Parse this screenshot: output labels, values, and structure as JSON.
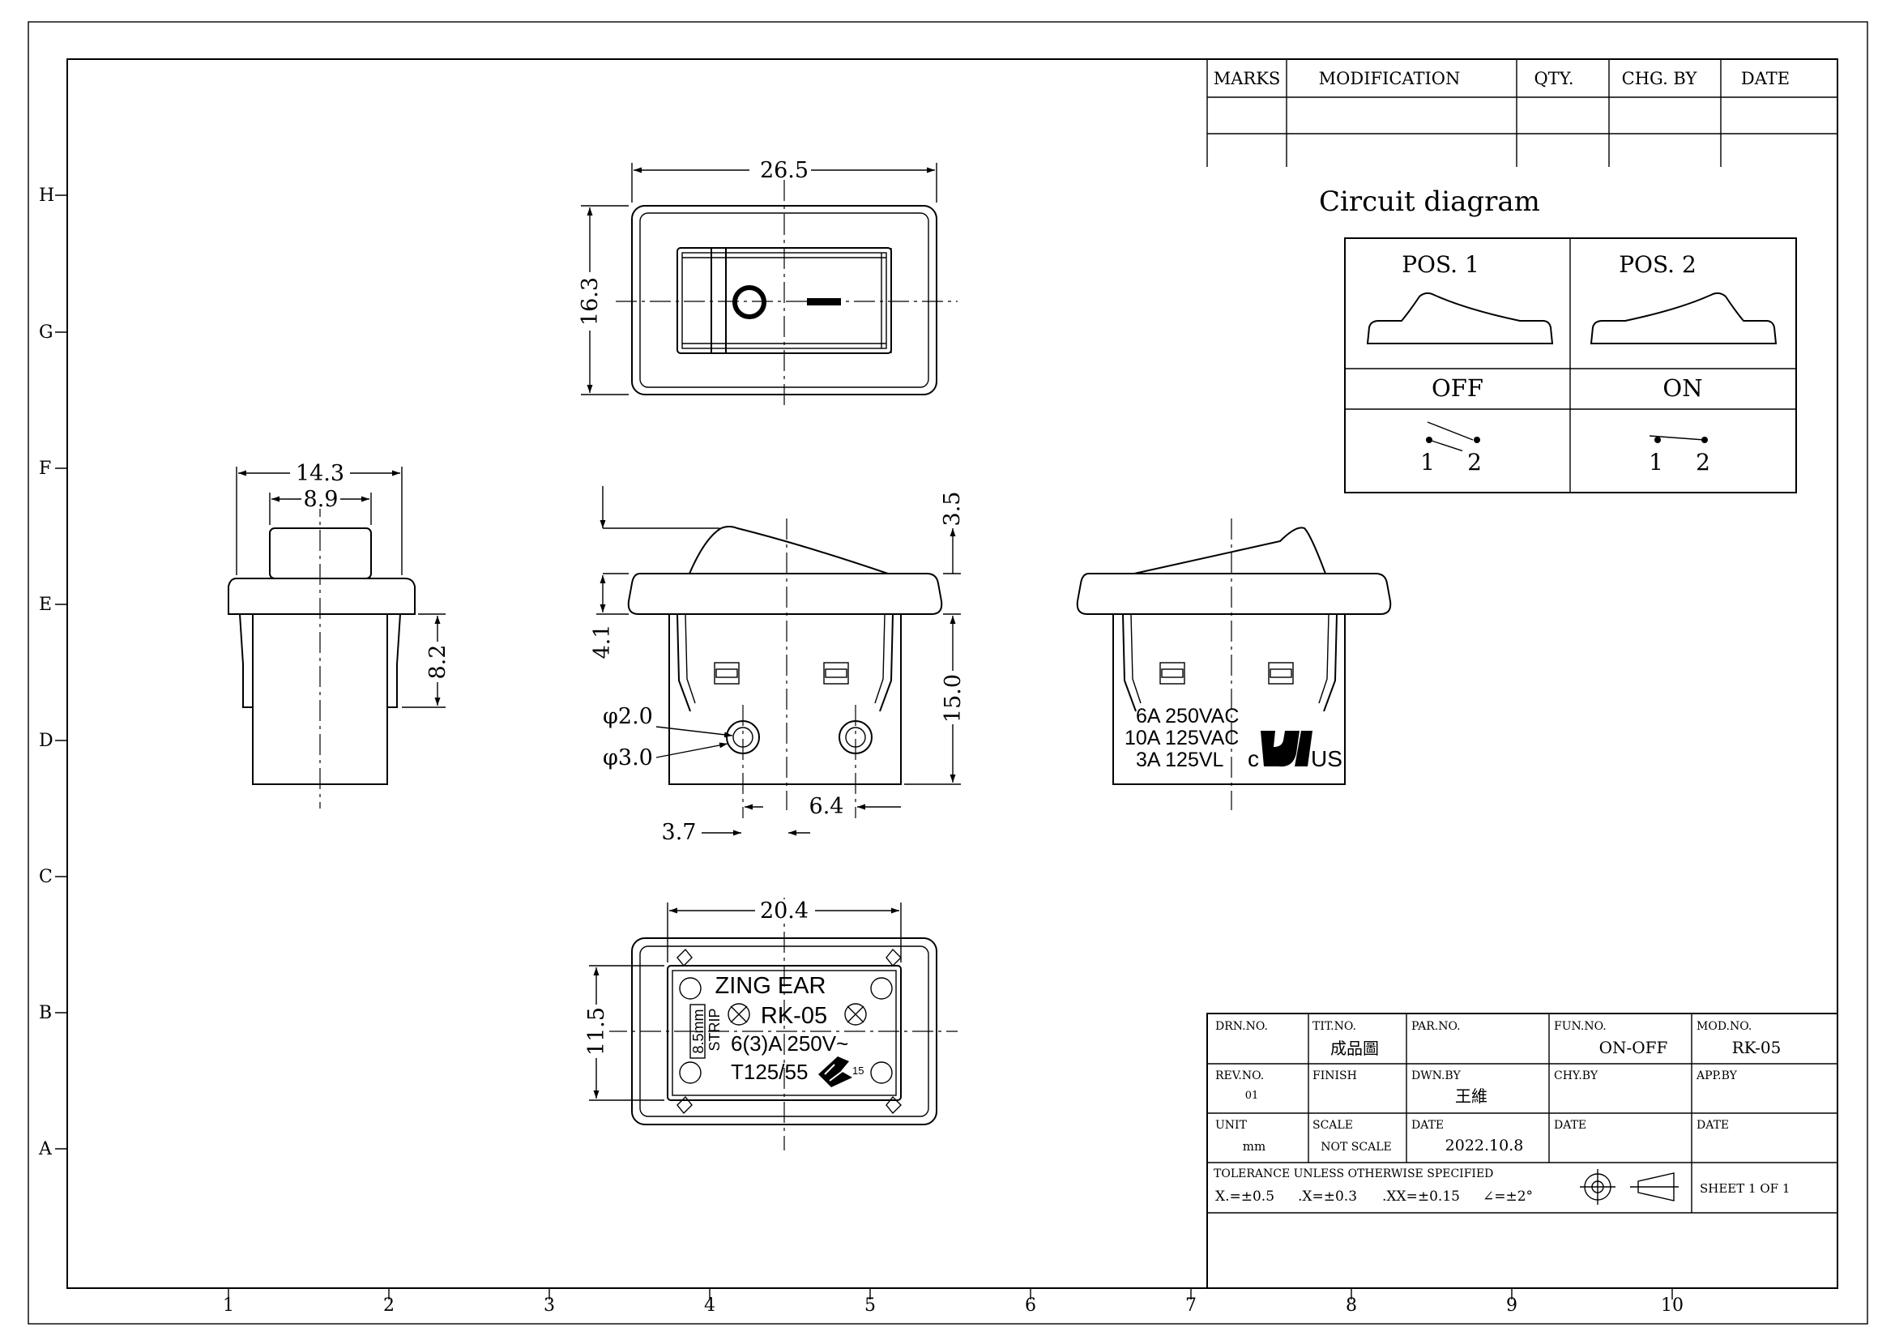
{
  "frame": {
    "row_labels": [
      "H",
      "G",
      "F",
      "E",
      "D",
      "C",
      "B",
      "A"
    ],
    "col_labels": [
      "1",
      "2",
      "3",
      "4",
      "5",
      "6",
      "7",
      "8",
      "9",
      "10"
    ]
  },
  "revision_table": {
    "headers": [
      "MARKS",
      "MODIFICATION",
      "QTY.",
      "CHG. BY",
      "DATE"
    ]
  },
  "circuit": {
    "title": "Circuit diagram",
    "pos1": "POS. 1",
    "pos2": "POS. 2",
    "off": "OFF",
    "on": "ON",
    "t1": "1",
    "t2": "2"
  },
  "dims": {
    "top_width": "26.5",
    "top_height": "16.3",
    "side_w1": "14.3",
    "side_w2": "8.9",
    "side_h": "8.2",
    "front_top": "3.5",
    "front_upper": "4.1",
    "front_h": "15.0",
    "d_small": "φ2.0",
    "d_large": "φ3.0",
    "pin_offset": "3.7",
    "pin_pitch": "6.4",
    "bottom_w": "20.4",
    "bottom_h": "11.5"
  },
  "rating": {
    "line1": "6A 250VAC",
    "line2": "10A 125VAC",
    "line3": "3A 125VL",
    "cert_c": "c",
    "cert_us": "US",
    "cert_mark": "UL-recognized-mark"
  },
  "bottom_label": {
    "brand": "ZING EAR",
    "model": "RK-05",
    "rating": "6(3)A 250V~",
    "temp": "T125/55",
    "strip_a": "8.5mm",
    "strip_b": "STRIP",
    "enec_num": "15",
    "enec_mark": "ENEC-mark"
  },
  "title_block": {
    "drn_no": {
      "label": "DRN.NO.",
      "value": ""
    },
    "tit_no": {
      "label": "TIT.NO.",
      "value": "成品圖"
    },
    "par_no": {
      "label": "PAR.NO.",
      "value": ""
    },
    "fun_no": {
      "label": "FUN.NO.",
      "value": "ON-OFF"
    },
    "mod_no": {
      "label": "MOD.NO.",
      "value": "RK-05"
    },
    "rev_no": {
      "label": "REV.NO.",
      "value": "01"
    },
    "finish": {
      "label": "FINISH",
      "value": ""
    },
    "dwn_by": {
      "label": "DWN.BY",
      "value": "王維"
    },
    "chy_by": {
      "label": "CHY.BY",
      "value": ""
    },
    "app_by": {
      "label": "APP.BY",
      "value": ""
    },
    "unit": {
      "label": "UNIT",
      "value": "mm"
    },
    "scale": {
      "label": "SCALE",
      "value": "NOT SCALE"
    },
    "date1": {
      "label": "DATE",
      "value": "2022.10.8"
    },
    "date2": {
      "label": "DATE",
      "value": ""
    },
    "date3": {
      "label": "DATE",
      "value": ""
    },
    "tolerance_title": "TOLERANCE  UNLESS  OTHERWISE  SPECIFIED",
    "tol_x": "X.=±0.5",
    "tol_x1": ".X=±0.3",
    "tol_xx": ".XX=±0.15",
    "tol_ang": "∠=±2°",
    "sheet": "SHEET  1  OF  1",
    "projection_symbol": "first-angle-projection-symbol"
  }
}
